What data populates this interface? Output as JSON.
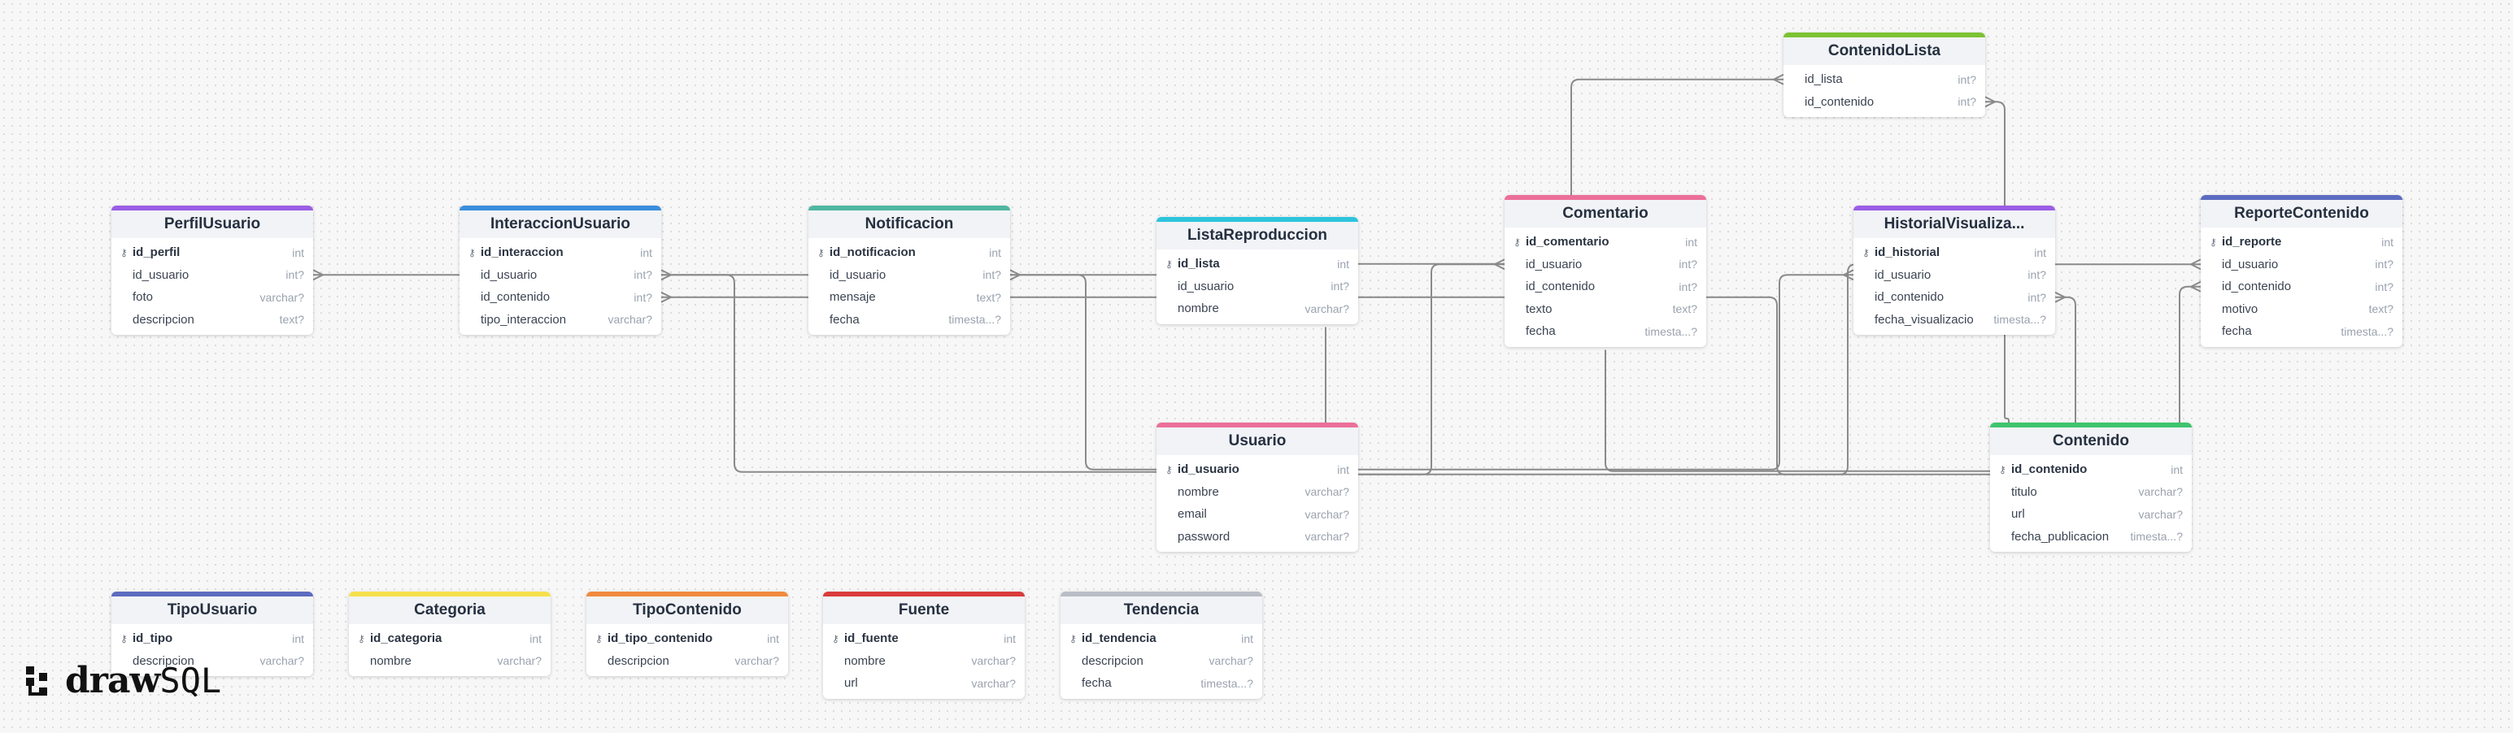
{
  "tables": [
    {
      "id": "PerfilUsuario",
      "title": "PerfilUsuario",
      "color": "#9b5de5",
      "columns": [
        {
          "name": "id_perfil",
          "type": "int",
          "pk": true
        },
        {
          "name": "id_usuario",
          "type": "int?"
        },
        {
          "name": "foto",
          "type": "varchar?"
        },
        {
          "name": "descripcion",
          "type": "text?"
        }
      ]
    },
    {
      "id": "InteraccionUsuario",
      "title": "InteraccionUsuario",
      "color": "#3a8ddd",
      "columns": [
        {
          "name": "id_interaccion",
          "type": "int",
          "pk": true
        },
        {
          "name": "id_usuario",
          "type": "int?"
        },
        {
          "name": "id_contenido",
          "type": "int?"
        },
        {
          "name": "tipo_interaccion",
          "type": "varchar?"
        }
      ]
    },
    {
      "id": "Notificacion",
      "title": "Notificacion",
      "color": "#4fb7a1",
      "columns": [
        {
          "name": "id_notificacion",
          "type": "int",
          "pk": true
        },
        {
          "name": "id_usuario",
          "type": "int?"
        },
        {
          "name": "mensaje",
          "type": "text?"
        },
        {
          "name": "fecha",
          "type": "timesta...?"
        }
      ]
    },
    {
      "id": "ListaReproduccion",
      "title": "ListaReproduccion",
      "color": "#2cc4dc",
      "columns": [
        {
          "name": "id_lista",
          "type": "int",
          "pk": true
        },
        {
          "name": "id_usuario",
          "type": "int?"
        },
        {
          "name": "nombre",
          "type": "varchar?"
        }
      ]
    },
    {
      "id": "Comentario",
      "title": "Comentario",
      "color": "#ec6f9a",
      "columns": [
        {
          "name": "id_comentario",
          "type": "int",
          "pk": true
        },
        {
          "name": "id_usuario",
          "type": "int?"
        },
        {
          "name": "id_contenido",
          "type": "int?"
        },
        {
          "name": "texto",
          "type": "text?"
        },
        {
          "name": "fecha",
          "type": "timesta...?"
        }
      ]
    },
    {
      "id": "ContenidoLista",
      "title": "ContenidoLista",
      "color": "#7cc234",
      "columns": [
        {
          "name": "id_lista",
          "type": "int?"
        },
        {
          "name": "id_contenido",
          "type": "int?"
        }
      ]
    },
    {
      "id": "HistorialVisualizacion",
      "title": "HistorialVisualiza...",
      "color": "#9b5de5",
      "columns": [
        {
          "name": "id_historial",
          "type": "int",
          "pk": true
        },
        {
          "name": "id_usuario",
          "type": "int?"
        },
        {
          "name": "id_contenido",
          "type": "int?"
        },
        {
          "name": "fecha_visualizacio",
          "type": "timesta...?"
        }
      ]
    },
    {
      "id": "ReporteContenido",
      "title": "ReporteContenido",
      "color": "#5c6bc0",
      "columns": [
        {
          "name": "id_reporte",
          "type": "int",
          "pk": true
        },
        {
          "name": "id_usuario",
          "type": "int?"
        },
        {
          "name": "id_contenido",
          "type": "int?"
        },
        {
          "name": "motivo",
          "type": "text?"
        },
        {
          "name": "fecha",
          "type": "timesta...?"
        }
      ]
    },
    {
      "id": "Usuario",
      "title": "Usuario",
      "color": "#ec6f9a",
      "columns": [
        {
          "name": "id_usuario",
          "type": "int",
          "pk": true
        },
        {
          "name": "nombre",
          "type": "varchar?"
        },
        {
          "name": "email",
          "type": "varchar?"
        },
        {
          "name": "password",
          "type": "varchar?"
        }
      ]
    },
    {
      "id": "Contenido",
      "title": "Contenido",
      "color": "#3ec46d",
      "columns": [
        {
          "name": "id_contenido",
          "type": "int",
          "pk": true
        },
        {
          "name": "titulo",
          "type": "varchar?"
        },
        {
          "name": "url",
          "type": "varchar?"
        },
        {
          "name": "fecha_publicacion",
          "type": "timesta...?"
        }
      ]
    },
    {
      "id": "TipoUsuario",
      "title": "TipoUsuario",
      "color": "#5c6bc0",
      "columns": [
        {
          "name": "id_tipo",
          "type": "int",
          "pk": true
        },
        {
          "name": "descripcion",
          "type": "varchar?"
        }
      ]
    },
    {
      "id": "Categoria",
      "title": "Categoria",
      "color": "#f7e04b",
      "columns": [
        {
          "name": "id_categoria",
          "type": "int",
          "pk": true
        },
        {
          "name": "nombre",
          "type": "varchar?"
        }
      ]
    },
    {
      "id": "TipoContenido",
      "title": "TipoContenido",
      "color": "#f08a3e",
      "columns": [
        {
          "name": "id_tipo_contenido",
          "type": "int",
          "pk": true
        },
        {
          "name": "descripcion",
          "type": "varchar?"
        }
      ]
    },
    {
      "id": "Fuente",
      "title": "Fuente",
      "color": "#d93b3b",
      "columns": [
        {
          "name": "id_fuente",
          "type": "int",
          "pk": true
        },
        {
          "name": "nombre",
          "type": "varchar?"
        },
        {
          "name": "url",
          "type": "varchar?"
        }
      ]
    },
    {
      "id": "Tendencia",
      "title": "Tendencia",
      "color": "#b9bec6",
      "columns": [
        {
          "name": "id_tendencia",
          "type": "int",
          "pk": true
        },
        {
          "name": "descripcion",
          "type": "varchar?"
        },
        {
          "name": "fecha",
          "type": "timesta...?"
        }
      ]
    }
  ],
  "relations": [
    {
      "from": "PerfilUsuario.id_usuario",
      "to": "Usuario.id_usuario"
    },
    {
      "from": "InteraccionUsuario.id_usuario",
      "to": "Usuario.id_usuario"
    },
    {
      "from": "InteraccionUsuario.id_contenido",
      "to": "Contenido.id_contenido"
    },
    {
      "from": "Notificacion.id_usuario",
      "to": "Usuario.id_usuario"
    },
    {
      "from": "ListaReproduccion.id_usuario",
      "to": "Usuario.id_usuario"
    },
    {
      "from": "Comentario.id_usuario",
      "to": "Usuario.id_usuario"
    },
    {
      "from": "Comentario.id_contenido",
      "to": "Contenido.id_contenido"
    },
    {
      "from": "ContenidoLista.id_lista",
      "to": "ListaReproduccion.id_lista"
    },
    {
      "from": "ContenidoLista.id_contenido",
      "to": "Contenido.id_contenido"
    },
    {
      "from": "HistorialVisualizacion.id_usuario",
      "to": "Usuario.id_usuario"
    },
    {
      "from": "HistorialVisualizacion.id_contenido",
      "to": "Contenido.id_contenido"
    },
    {
      "from": "ReporteContenido.id_usuario",
      "to": "Usuario.id_usuario"
    },
    {
      "from": "ReporteContenido.id_contenido",
      "to": "Contenido.id_contenido"
    }
  ],
  "icons": {
    "primary_key": "key-icon",
    "crow_foot": "crow-foot-icon",
    "logo": "drawsql-logo-icon"
  },
  "brand": {
    "draw": "draw",
    "sql": "SQL"
  }
}
